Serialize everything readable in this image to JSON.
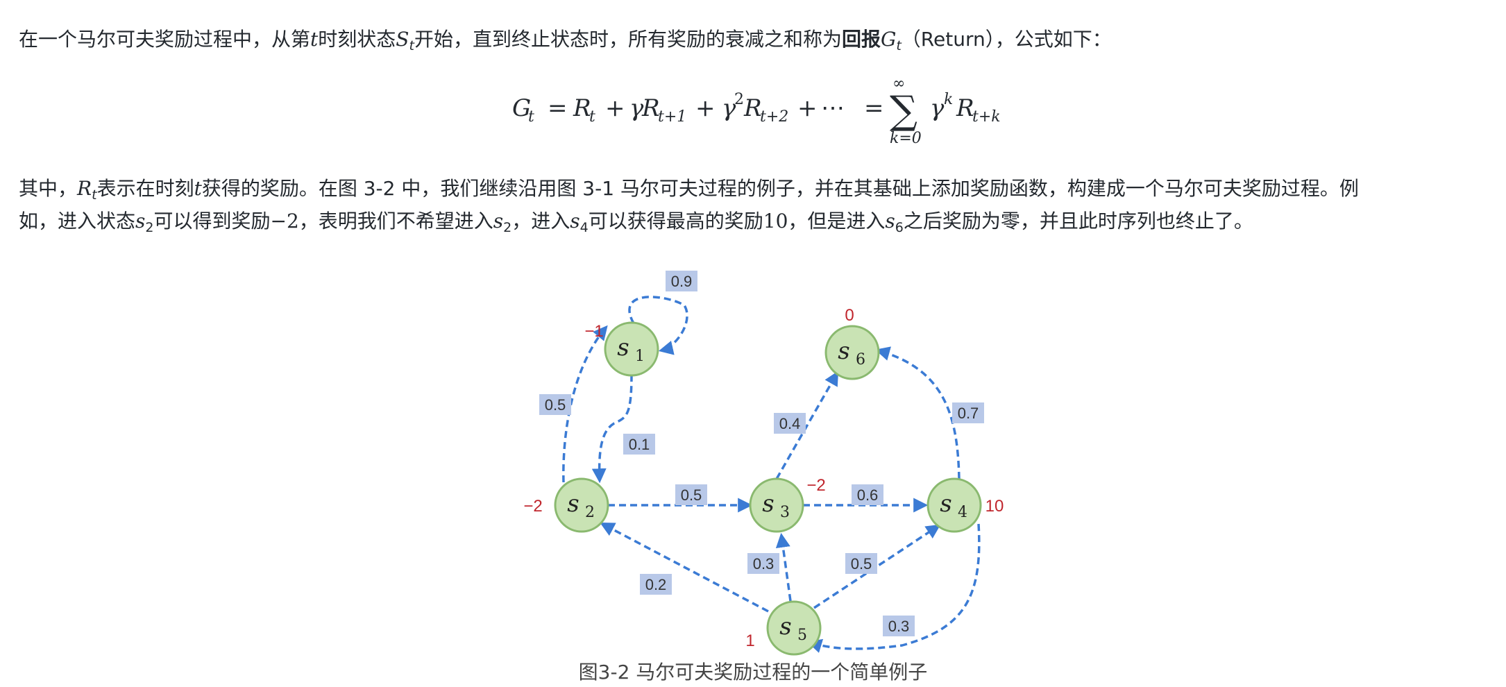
{
  "paragraph1": {
    "part_a": "在一个马尔可夫奖励过程中，从第",
    "var_t": "t",
    "part_b": "时刻状态",
    "var_S": "S",
    "sub_t": "t",
    "part_c": "开始，直到终止状态时，所有奖励的衰减之和称为",
    "bold_term": "回报",
    "var_G": "G",
    "sub_t2": "t",
    "part_d": "（Return），公式如下："
  },
  "formula": {
    "G": "G",
    "t": "t",
    "eq": "=",
    "R1": "R",
    "t1": "t",
    "plus1": "+",
    "gamma1": "γ",
    "R2": "R",
    "t2": "t+1",
    "plus2": "+",
    "gamma2": "γ",
    "sq": "2",
    "R3": "R",
    "t3": "t+2",
    "plus3": "+",
    "dots": "⋯",
    "eq2": "=",
    "sum": "∑",
    "inf": "∞",
    "lower": "k=0",
    "gamma3": "γ",
    "k": "k",
    "R4": "R",
    "t4": "t+k"
  },
  "paragraph2": {
    "part_a": "其中，",
    "var_R": "R",
    "sub_t": "t",
    "part_b": "表示在时刻",
    "var_t": "t",
    "part_c": "获得的奖励。在图 3-2 中，我们继续沿用图 3-1 马尔可夫过程的例子，并在其基础上添加奖励函数，构建成一个马尔可夫奖励过程。例",
    "line2_a": "如，进入状态",
    "s2": "s",
    "s2_sub": "2",
    "line2_b": "可以得到奖励",
    "neg2": "−2",
    "line2_c": "，表明我们不希望进入",
    "s2b": "s",
    "s2b_sub": "2",
    "line2_d": "，进入",
    "s4": "s",
    "s4_sub": "4",
    "line2_e": "可以获得最高的奖励",
    "ten": "10",
    "line2_f": "，但是进入",
    "s6": "s",
    "s6_sub": "6",
    "line2_g": "之后奖励为零，并且此时序列也终止了。"
  },
  "diagram": {
    "node_color": "#c9e3b4",
    "node_stroke": "#8ab96f",
    "edge_color": "#3b7bd4",
    "label_bg": "#b8c8e8",
    "reward_color": "#c0262d",
    "nodes": [
      {
        "id": "s1",
        "label": "s",
        "sub": "1",
        "reward": "−1"
      },
      {
        "id": "s2",
        "label": "s",
        "sub": "2",
        "reward": "−2"
      },
      {
        "id": "s3",
        "label": "s",
        "sub": "3",
        "reward": "−2"
      },
      {
        "id": "s4",
        "label": "s",
        "sub": "4",
        "reward": "10"
      },
      {
        "id": "s5",
        "label": "s",
        "sub": "5",
        "reward": "1"
      },
      {
        "id": "s6",
        "label": "s",
        "sub": "6",
        "reward": "0"
      }
    ],
    "edges": [
      {
        "from": "s1",
        "to": "s1",
        "prob": "0.9"
      },
      {
        "from": "s2",
        "to": "s1",
        "prob": "0.5"
      },
      {
        "from": "s1",
        "to": "s2",
        "prob": "0.1"
      },
      {
        "from": "s3",
        "to": "s6",
        "prob": "0.4"
      },
      {
        "from": "s4",
        "to": "s6",
        "prob": "0.7"
      },
      {
        "from": "s2",
        "to": "s3",
        "prob": "0.5"
      },
      {
        "from": "s3",
        "to": "s4",
        "prob": "0.6"
      },
      {
        "from": "s5",
        "to": "s3",
        "prob": "0.3"
      },
      {
        "from": "s5",
        "to": "s4",
        "prob": "0.5"
      },
      {
        "from": "s5",
        "to": "s2",
        "prob": "0.2"
      },
      {
        "from": "s4",
        "to": "s5",
        "prob": "0.3"
      }
    ]
  },
  "caption": "图3-2 马尔可夫奖励过程的一个简单例子"
}
